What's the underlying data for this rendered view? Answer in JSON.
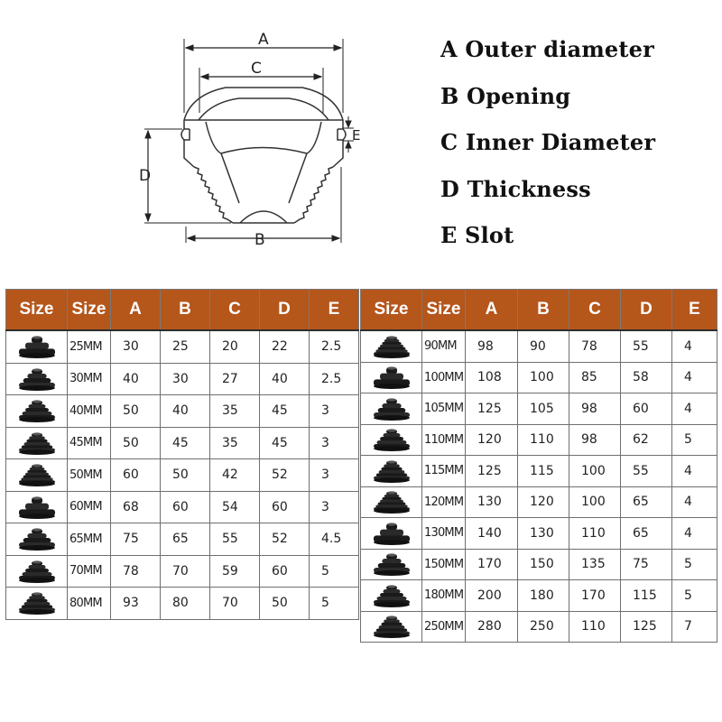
{
  "diagram": {
    "labels": {
      "a": "A",
      "b": "B",
      "c": "C",
      "d": "D",
      "e": "E"
    }
  },
  "legend": [
    "A Outer diameter",
    "B Opening",
    "C Inner Diameter",
    "D Thickness",
    "E Slot"
  ],
  "colors": {
    "header_bg": "#b5561b",
    "grommet": "#1a1a1a"
  },
  "icons": {
    "row_picture": "black-rubber-grommet-icon"
  },
  "tables": {
    "left": {
      "headers": [
        "Size",
        "Size",
        "A",
        "B",
        "C",
        "D",
        "E"
      ],
      "rows": [
        [
          "25MM",
          "30",
          "25",
          "20",
          "22",
          "2.5"
        ],
        [
          "30MM",
          "40",
          "30",
          "27",
          "40",
          "2.5"
        ],
        [
          "40MM",
          "50",
          "40",
          "35",
          "45",
          "3"
        ],
        [
          "45MM",
          "50",
          "45",
          "35",
          "45",
          "3"
        ],
        [
          "50MM",
          "60",
          "50",
          "42",
          "52",
          "3"
        ],
        [
          "60MM",
          "68",
          "60",
          "54",
          "60",
          "3"
        ],
        [
          "65MM",
          "75",
          "65",
          "55",
          "52",
          "4.5"
        ],
        [
          "70MM",
          "78",
          "70",
          "59",
          "60",
          "5"
        ],
        [
          "80MM",
          "93",
          "80",
          "70",
          "50",
          "5"
        ]
      ]
    },
    "right": {
      "headers": [
        "Size",
        "Size",
        "A",
        "B",
        "C",
        "D",
        "E"
      ],
      "rows": [
        [
          "90MM",
          "98",
          "90",
          "78",
          "55",
          "4"
        ],
        [
          "100MM",
          "108",
          "100",
          "85",
          "58",
          "4"
        ],
        [
          "105MM",
          "125",
          "105",
          "98",
          "60",
          "4"
        ],
        [
          "110MM",
          "120",
          "110",
          "98",
          "62",
          "5"
        ],
        [
          "115MM",
          "125",
          "115",
          "100",
          "55",
          "4"
        ],
        [
          "120MM",
          "130",
          "120",
          "100",
          "65",
          "4"
        ],
        [
          "130MM",
          "140",
          "130",
          "110",
          "65",
          "4"
        ],
        [
          "150MM",
          "170",
          "150",
          "135",
          "75",
          "5"
        ],
        [
          "180MM",
          "200",
          "180",
          "170",
          "115",
          "5"
        ],
        [
          "250MM",
          "280",
          "250",
          "110",
          "125",
          "7"
        ]
      ]
    }
  }
}
